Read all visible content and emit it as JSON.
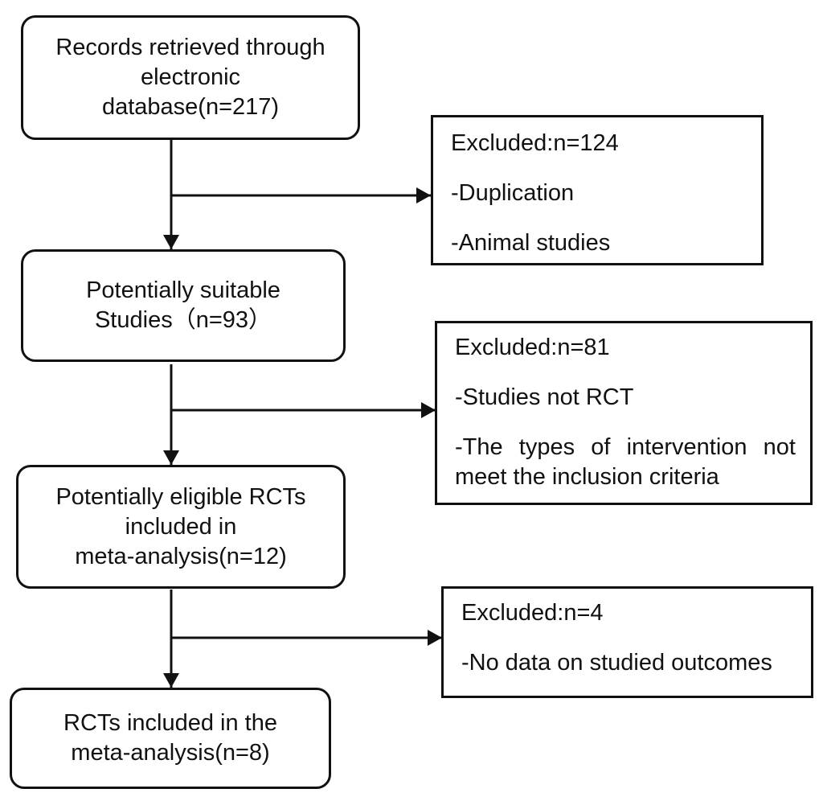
{
  "flow": {
    "records": [
      "Records retrieved through",
      "electronic",
      "database(n=217)"
    ],
    "suitable": [
      "Potentially suitable",
      "Studies（n=93）"
    ],
    "eligible": [
      "Potentially eligible RCTs",
      "included in",
      "meta-analysis(n=12)"
    ],
    "included": [
      "RCTs included in the",
      "meta-analysis(n=8)"
    ]
  },
  "exclusions": {
    "first": {
      "title": "Excluded:n=124",
      "items": [
        "-Duplication",
        "-Animal studies"
      ]
    },
    "second": {
      "title": "Excluded:n=81",
      "items": [
        "-Studies not RCT",
        "-The types of intervention not",
        "meet the inclusion criteria"
      ]
    },
    "third": {
      "title": "Excluded:n=4",
      "items": [
        "-No data on studied outcomes"
      ]
    }
  }
}
